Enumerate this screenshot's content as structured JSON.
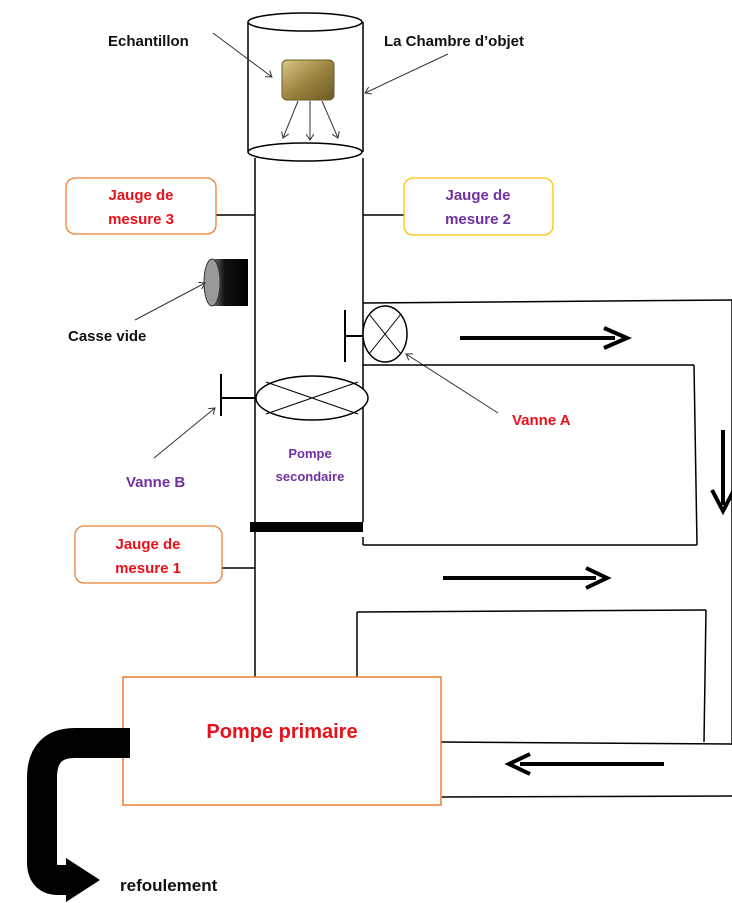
{
  "labels": {
    "echantillon": "Echantillon",
    "chambre": "La Chambre d’objet",
    "jauge3_l1": "Jauge de",
    "jauge3_l2": "mesure 3",
    "jauge2_l1": "Jauge de",
    "jauge2_l2": "mesure 2",
    "casse_vide": "Casse vide",
    "vanne_a": "Vanne A",
    "vanne_b": "Vanne B",
    "pompe_sec_l1": "Pompe",
    "pompe_sec_l2": "secondaire",
    "jauge1_l1": "Jauge de",
    "jauge1_l2": "mesure 1",
    "pompe_primaire": "Pompe primaire",
    "refoulement": "refoulement"
  },
  "colors": {
    "red": "#e8111b",
    "purple": "#7030a0",
    "orange_border": "#ed7d31",
    "yellow_border": "#ffc000",
    "sample_gold": "#a08a45"
  }
}
